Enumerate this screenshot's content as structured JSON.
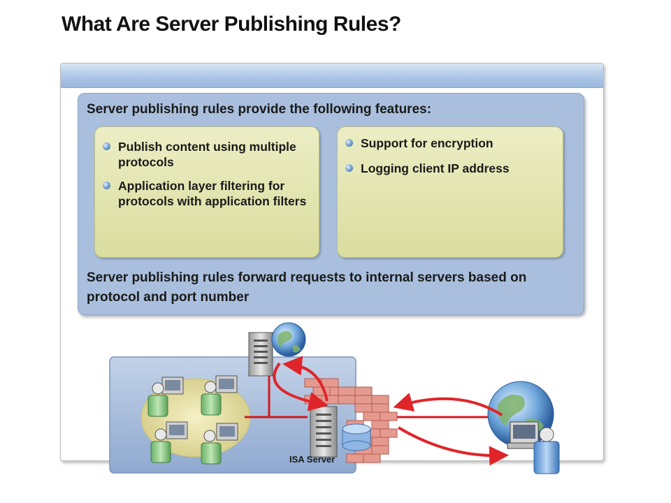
{
  "slide": {
    "title": "What Are Server Publishing Rules?",
    "heading": "Server publishing rules provide the following features:",
    "left_box": {
      "bullets": [
        "Publish content using multiple protocols",
        "Application layer filtering for protocols with application filters"
      ]
    },
    "right_box": {
      "bullets": [
        "Support for encryption",
        "Logging client IP address"
      ]
    },
    "note": "Server publishing rules forward requests to internal servers based on protocol and port number"
  },
  "diagram": {
    "isa_label": "ISA Server",
    "icons": [
      "web-server-icon",
      "globe-icon",
      "firewall-icon",
      "isa-server-icon",
      "database-icon",
      "workstation-icon",
      "internet-globe-icon",
      "remote-user-icon",
      "request-arrow-icon"
    ]
  },
  "colors": {
    "panel": "#a9bfdd",
    "sub_box": "#dadd9f",
    "network_line": "#d3191c",
    "arrow": "#e0252a"
  }
}
